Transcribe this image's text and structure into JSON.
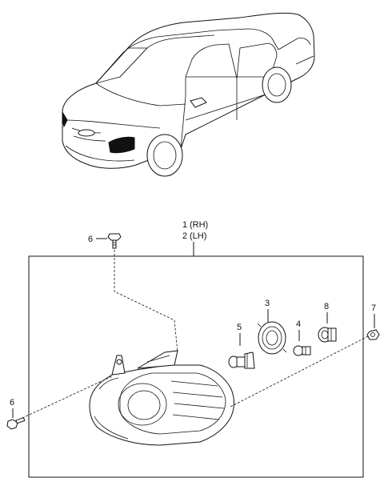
{
  "callouts": {
    "assy_rh_num": "1",
    "assy_rh_side": "(RH)",
    "assy_lh_num": "2",
    "assy_lh_side": "(LH)",
    "screw_top": "6",
    "screw_left": "6",
    "nut_right": "7",
    "socket": "3",
    "bulb_small": "4",
    "bulb_main": "5",
    "socket_side": "8"
  },
  "icons": {
    "car": "sedan-car-icon",
    "headlamp": "headlamp-assembly-icon",
    "screw": "screw-icon",
    "nut": "nut-icon",
    "bulb": "bulb-icon",
    "socket": "socket-ring-icon"
  }
}
